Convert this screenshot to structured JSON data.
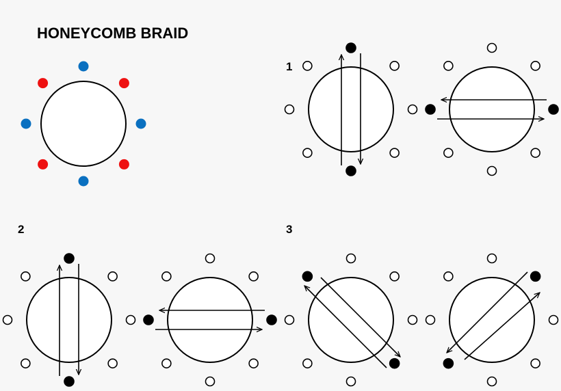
{
  "title": "HONEYCOMB BRAID",
  "steps": [
    "1",
    "2",
    "3"
  ],
  "colors": {
    "background": "#f7f7f7",
    "red_dot": "#ee1111",
    "blue_dot": "#0a70c0",
    "line": "#000000",
    "filled_dot": "#000000",
    "empty_dot": "#ffffff"
  },
  "legend_wheel": {
    "pegs": [
      "blue",
      "red",
      "blue",
      "red",
      "blue",
      "red",
      "blue",
      "red"
    ]
  },
  "panels": [
    {
      "step": "1",
      "move": "vertical",
      "filled_pegs": [
        0,
        4
      ]
    },
    {
      "step": "1",
      "move": "horizontal",
      "filled_pegs": [
        2,
        6
      ]
    },
    {
      "step": "2",
      "move": "vertical",
      "filled_pegs": [
        0,
        4
      ]
    },
    {
      "step": "2",
      "move": "horizontal",
      "filled_pegs": [
        2,
        6
      ]
    },
    {
      "step": "3",
      "move": "diagonal-down",
      "filled_pegs": [
        7,
        3
      ]
    },
    {
      "step": "3",
      "move": "diagonal-up",
      "filled_pegs": [
        1,
        5
      ]
    }
  ]
}
